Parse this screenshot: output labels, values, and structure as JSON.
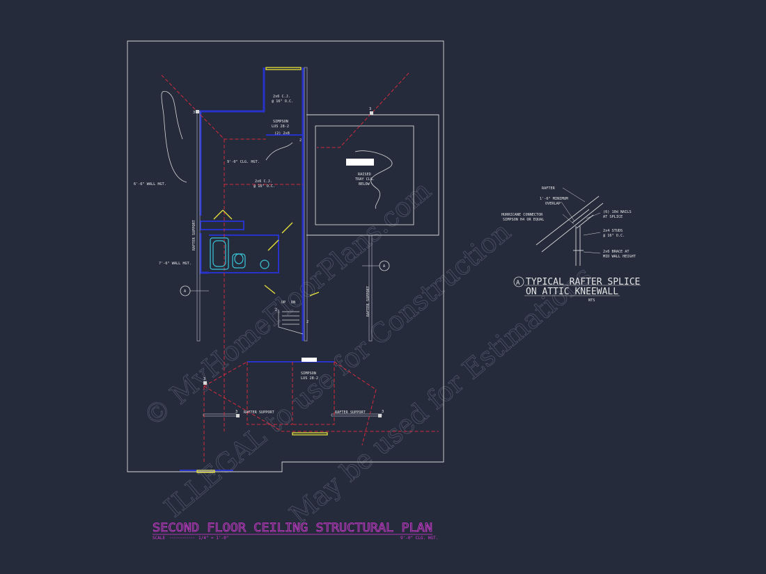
{
  "plan": {
    "title": "SECOND FLOOR CEILING STRUCTURAL PLAN",
    "scale_label": "SCALE",
    "scale_value": "1/4\" = 1'-0\"",
    "ceiling_note": "9'-0\" CLG. HGT."
  },
  "notes": {
    "cj_top_1": "2x6 C.J.",
    "cj_top_2": "@ 16\" O.C.",
    "simpson_top_1": "SIMPSON",
    "simpson_top_2": "LUS 28-2",
    "two_2x8": "(2) 2x8",
    "clg_hgt": "9'-0\" CLG. HGT.",
    "cj_mid_1": "2x6 C.J.",
    "cj_mid_2": "@ 16\" O.C.",
    "wall_hgt_left": "6'-6\" WALL HGT.",
    "wall_hgt_bath": "7'-6\" WALL HGT.",
    "raised_1": "RAISED",
    "raised_2": "TRAY CLG.",
    "raised_3": "BELOW",
    "rafter_support_v1": "RAFTER SUPPORT",
    "rafter_support_v2": "RAFTER SUPPORT",
    "rafter_support_h1": "RAFTER SUPPORT",
    "rafter_support_h2": "RAFTER SUPPORT",
    "stair_dn": "DN",
    "stair_up": "UP",
    "simpson_bot_1": "SIMPSON",
    "simpson_bot_2": "LUS 28-2",
    "section_marker": "A"
  },
  "tags": {
    "t1": "3",
    "t2": "3",
    "t3": "2",
    "t4": "2",
    "t5": "2",
    "t6": "3",
    "t7": "3",
    "t8": "3"
  },
  "detail": {
    "title_1": "TYPICAL RAFTER SPLICE",
    "title_2": "ON ATTIC KNEEWALL",
    "scale": "NTS",
    "marker": "A",
    "rafter": "RAFTER",
    "overlap_1": "1'-6\" MINIMUM",
    "overlap_2": "OVERLAP",
    "hurricane_1": "HURRICANE CONNECTOR",
    "hurricane_2": "SIMPSON H4 OR EQUAL",
    "nails_1": "(6) 10d NAILS",
    "nails_2": "AT SPLICE",
    "studs_1": "2x4 STUDS",
    "studs_2": "@ 16\" O.C.",
    "brace_1": "2x6 BRACE AT",
    "brace_2": "MID WALL HEIGHT"
  },
  "watermark": {
    "line_1": "© MyHomeFloorPlans.com",
    "line_2": "ILLEGAL to use for Construction",
    "line_3": "May be used for Estimations"
  },
  "colors": {
    "background": "#262b3c",
    "wall": "#2733c8",
    "outline": "#d8d8d8",
    "dashed": "#d42a3a",
    "title": "#d63bd6",
    "door": "#e8e23a",
    "fixture": "#38c8d8"
  }
}
